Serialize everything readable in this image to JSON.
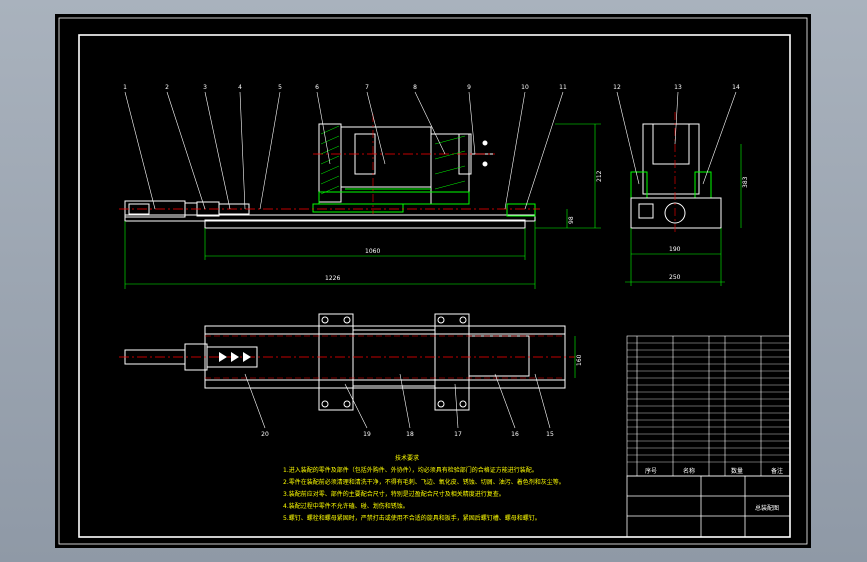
{
  "balloons_top": [
    "1",
    "2",
    "3",
    "4",
    "5",
    "6",
    "7",
    "8",
    "9",
    "10",
    "11"
  ],
  "balloons_side": [
    "12",
    "13",
    "14"
  ],
  "balloons_plan": [
    "20",
    "19",
    "18",
    "17",
    "16",
    "15"
  ],
  "dims": {
    "total_length": "1226",
    "rail_length": "1060",
    "height_212": "212",
    "small_98": "98",
    "side_height": "383",
    "side_width_190": "190",
    "side_width_250": "250",
    "plan_width": "160"
  },
  "notes": {
    "title": "技术要求",
    "lines": [
      "1.进入装配的零件及部件（包括外购件、外协件），均必须具有检验部门的合格证方能进行装配。",
      "2.零件在装配前必须清理和清洗干净，不得有毛刺、飞边、氧化皮、锈蚀、切屑、油污、着色剂和灰尘等。",
      "3.装配前应对零、部件的主要配合尺寸，特别是过盈配合尺寸及相关精度进行复查。",
      "4.装配过程中零件不允许磕、碰、划伤和锈蚀。",
      "5.螺钉、螺栓和螺母紧固时，严禁打击或使用不合适的旋具和扳手，紧固后螺钉槽、螺母和螺钉。"
    ]
  },
  "title_block": {
    "header_seq": "序号",
    "header_name": "名称",
    "header_qty": "数量",
    "header_note": "备注",
    "drawing_name": "总装配图"
  }
}
